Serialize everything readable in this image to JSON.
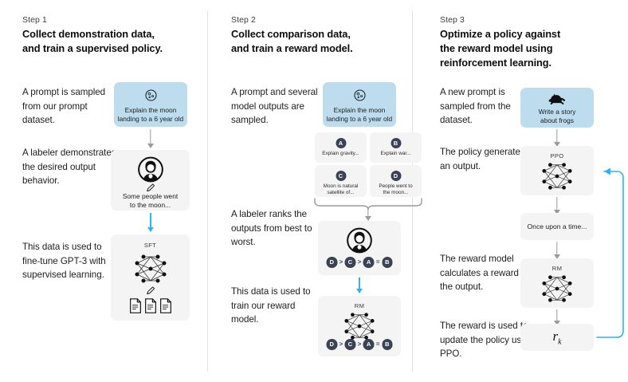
{
  "meta": {
    "accent_blue": "#bddcee",
    "accent_cyan": "#29b6f0",
    "box_gray": "#f4f4f4",
    "chip_dark": "#3b4252"
  },
  "steps": [
    {
      "label": "Step 1",
      "title": "Collect demonstration data,\nand train a supervised policy.",
      "narratives": [
        "A prompt is\nsampled from our\nprompt dataset.",
        "A labeler\ndemonstrates the\ndesired output\nbehavior.",
        "This data is used\nto fine-tune GPT-3\nwith supervised\nlearning."
      ],
      "flow": {
        "prompt_box": {
          "icon": "moon-icon",
          "caption": "Explain the moon\nlanding to a 6 year old"
        },
        "labeler_box": {
          "icon": "labeler-icon",
          "pencil": "pencil-icon",
          "caption": "Some people went\nto the moon..."
        },
        "sft_box": {
          "tag": "SFT",
          "icon": "neural-net-icon",
          "pencil": "pencil-icon",
          "docs": "documents-icon"
        }
      }
    },
    {
      "label": "Step 2",
      "title": "Collect comparison data,\nand train a reward model.",
      "narratives": [
        "A prompt and\nseveral model\noutputs are\nsampled.",
        "A labeler ranks\nthe outputs from\nbest to worst.",
        "This data is used\nto train our\nreward model."
      ],
      "flow": {
        "prompt_box": {
          "icon": "moon-icon",
          "caption": "Explain the moon\nlanding to a 6 year old"
        },
        "options": [
          {
            "badge": "A",
            "text": "Explain gravity..."
          },
          {
            "badge": "B",
            "text": "Explain war..."
          },
          {
            "badge": "C",
            "text": "Moon is natural\nsatellite of..."
          },
          {
            "badge": "D",
            "text": "People went to\nthe moon..."
          }
        ],
        "ranking_box": {
          "icon": "labeler-icon",
          "ranking": [
            "D",
            ">",
            "C",
            ">",
            "A",
            "=",
            "B"
          ]
        },
        "rm_box": {
          "tag": "RM",
          "icon": "neural-net-icon",
          "ranking": [
            "D",
            ">",
            "C",
            ">",
            "A",
            "=",
            "B"
          ]
        }
      }
    },
    {
      "label": "Step 3",
      "title": "Optimize a policy against\nthe reward model using\nreinforcement learning.",
      "narratives": [
        "A new prompt\nis sampled from\nthe dataset.",
        "The policy\ngenerates\nan output.",
        "The reward model\ncalculates a\nreward for\nthe output.",
        "The reward is\nused to update\nthe policy\nusing PPO."
      ],
      "flow": {
        "prompt_box": {
          "icon": "frog-icon",
          "caption": "Write a story\nabout frogs"
        },
        "ppo_box": {
          "tag": "PPO",
          "icon": "neural-net-icon"
        },
        "output_box": {
          "text": "Once upon a time..."
        },
        "rm_box": {
          "tag": "RM",
          "icon": "neural-net-icon"
        },
        "reward_box": {
          "symbol": "r",
          "subscript": "k"
        }
      }
    }
  ]
}
